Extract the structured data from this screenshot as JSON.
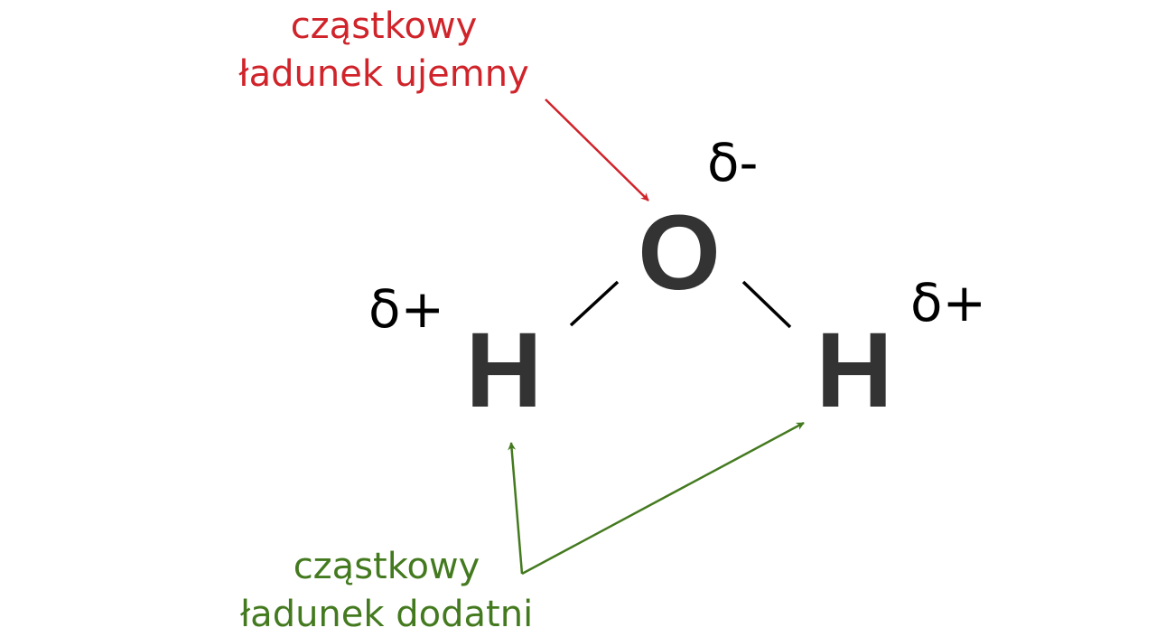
{
  "colors": {
    "negative": "#d0232a",
    "positive": "#447a1f",
    "atom": "#333333",
    "bond": "#000000"
  },
  "negative_label": {
    "line1": "cząstkowy",
    "line2": "ładunek ujemny"
  },
  "positive_label": {
    "line1": "cząstkowy",
    "line2": "ładunek dodatni"
  },
  "atoms": {
    "oxygen": "O",
    "hydrogen_left": "H",
    "hydrogen_right": "H"
  },
  "charges": {
    "oxygen": "δ-",
    "hydrogen_left": "δ+",
    "hydrogen_right": "δ+"
  }
}
